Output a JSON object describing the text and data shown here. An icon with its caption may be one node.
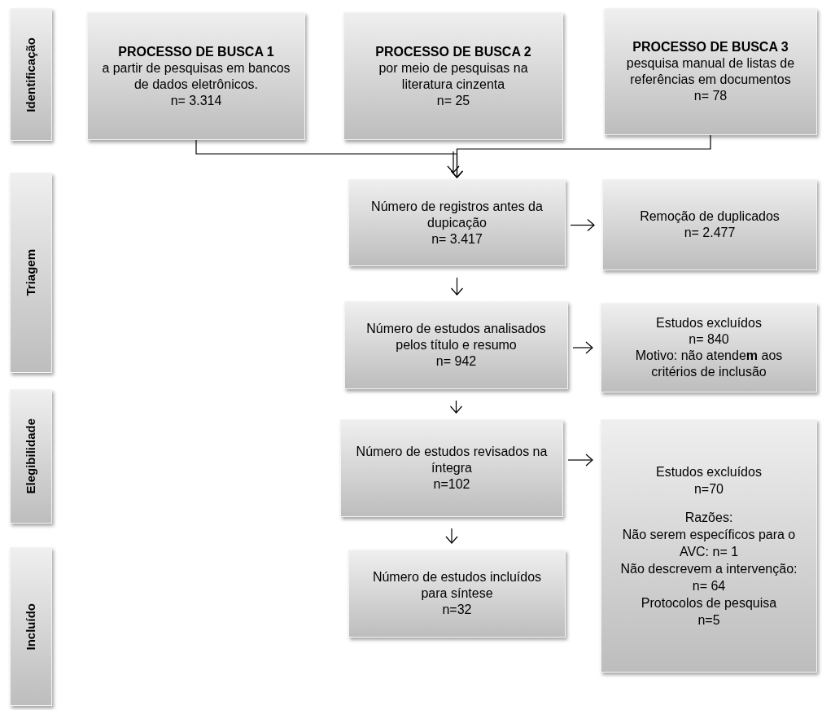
{
  "diagram": {
    "nodes": [
      {
        "text": [
          "Identificação"
        ]
      },
      {
        "text": [
          "Triagem"
        ]
      },
      {
        "text": [
          "Elegibilidade"
        ]
      },
      {
        "text": [
          "Incluído"
        ]
      },
      {
        "text": [
          "PROCESSO DE BUSCA 1",
          "a partir de pesquisas em bancos de dados eletrônicos.",
          "n= 3.314"
        ]
      },
      {
        "text": [
          "PROCESSO DE BUSCA 2",
          "por meio de pesquisas na literatura cinzenta",
          "n= 25"
        ]
      },
      {
        "text": [
          "PROCESSO DE BUSCA 3",
          "pesquisa manual de listas de referências em documentos",
          "n= 78"
        ]
      },
      {
        "text": [
          "Número de registros antes da dupicação",
          "n= 3.417"
        ]
      },
      {
        "text": [
          "Remoção de duplicados",
          "n= 2.477"
        ]
      },
      {
        "text": [
          "Número de estudos analisados pelos título e resumo",
          "n= 942"
        ]
      },
      {
        "text": [
          "Estudos excluídos",
          "n= 840",
          "Motivo: não atende**m** aos critérios de inclusão"
        ]
      },
      {
        "text": [
          "Número de estudos revisados na íntegra",
          "n=102"
        ]
      },
      {
        "text": [
          "Estudos excluídos",
          "n=70",
          "Razões:",
          "Não serem específicos para o AVC: n= 1",
          "Não descrevem a intervenção:",
          "n= 64",
          "Protocolos de pesquisa",
          "n=5"
        ]
      },
      {
        "text": [
          "Número de estudos incluídos para síntese",
          "n=32"
        ]
      }
    ],
    "edges": [
      {
        "from": 4,
        "to": 7,
        "arrow": "to"
      },
      {
        "from": 5,
        "to": 7,
        "arrow": "to"
      },
      {
        "from": 6,
        "to": 7,
        "arrow": "to"
      },
      {
        "from": 7,
        "to": 8,
        "arrow": "to"
      },
      {
        "from": 7,
        "to": 9,
        "arrow": "to"
      },
      {
        "from": 9,
        "to": 10,
        "arrow": "to"
      },
      {
        "from": 9,
        "to": 11,
        "arrow": "to"
      },
      {
        "from": 11,
        "to": 12,
        "arrow": "to"
      },
      {
        "from": 11,
        "to": 13,
        "arrow": "to"
      }
    ]
  }
}
